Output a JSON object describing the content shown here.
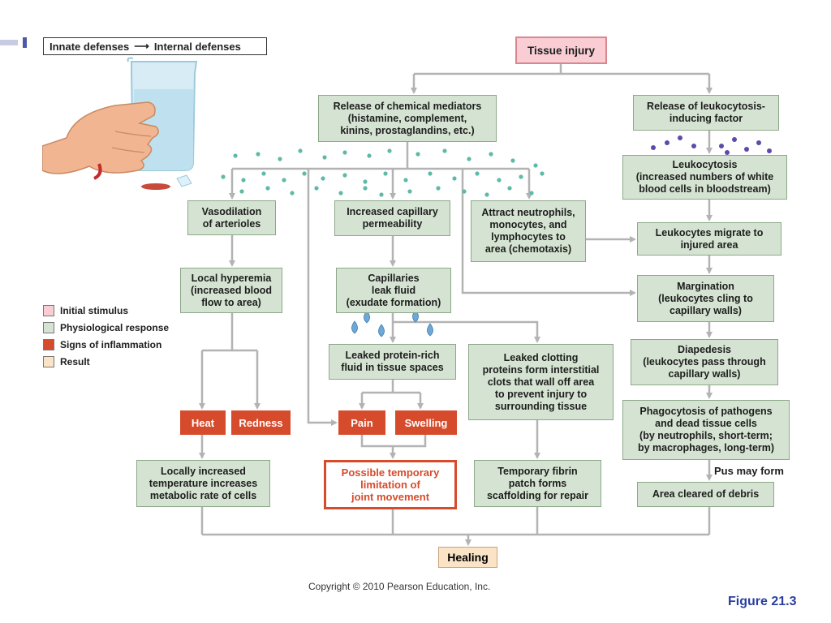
{
  "header": {
    "from": "Innate defenses",
    "to": "Internal defenses"
  },
  "boxes": {
    "tissue_injury": "Tissue injury",
    "release_mediators": "Release of chemical mediators\n(histamine, complement,\nkinins, prostaglandins, etc.)",
    "release_leukocytosis": "Release of leukocytosis-\ninducing factor",
    "leukocytosis": "Leukocytosis\n(increased numbers of white\nblood cells in bloodstream)",
    "vasodilation": "Vasodilation\nof arterioles",
    "capillary_permeability": "Increased capillary\npermeability",
    "attract_neutrophils": "Attract neutrophils,\nmonocytes, and\nlymphocytes to\narea (chemotaxis)",
    "leukocytes_migrate": "Leukocytes migrate to\ninjured area",
    "local_hyperemia": "Local hyperemia\n(increased blood\nflow to area)",
    "capillaries_leak": "Capillaries\nleak fluid\n(exudate formation)",
    "margination": "Margination\n(leukocytes cling to\ncapillary walls)",
    "leaked_protein": "Leaked protein-rich\nfluid in tissue spaces",
    "leaked_clotting": "Leaked clotting\nproteins form interstitial\nclots that wall off area\nto prevent injury to\nsurrounding tissue",
    "diapedesis": "Diapedesis\n(leukocytes pass through\ncapillary walls)",
    "phagocytosis": "Phagocytosis of pathogens\nand dead tissue cells\n(by neutrophils, short-term;\nby macrophages, long-term)",
    "locally_increased_temp": "Locally increased\ntemperature increases\nmetabolic rate of cells",
    "temporary_fibrin": "Temporary fibrin\npatch forms\nscaffolding for repair",
    "area_cleared": "Area cleared of debris"
  },
  "signs": {
    "heat": "Heat",
    "redness": "Redness",
    "pain": "Pain",
    "swelling": "Swelling"
  },
  "possible_limitation": "Possible temporary\nlimitation of\njoint movement",
  "pus_label": "Pus may form",
  "healing": "Healing",
  "legend": [
    {
      "label": "Initial stimulus",
      "color": "#f9cdd3"
    },
    {
      "label": "Physiological response",
      "color": "#d5e4d2"
    },
    {
      "label": "Signs of inflammation",
      "color": "#d64b2c"
    },
    {
      "label": "Result",
      "color": "#fbe3c5"
    }
  ],
  "copyright": "Copyright © 2010 Pearson Education, Inc.",
  "figure_label": "Figure 21.3",
  "colors": {
    "arrow": "#b3b3b3",
    "mediator_dot": "#5fb9a7",
    "leukocyte_dot": "#5a4ba8",
    "droplet": "#6fa7d6"
  }
}
